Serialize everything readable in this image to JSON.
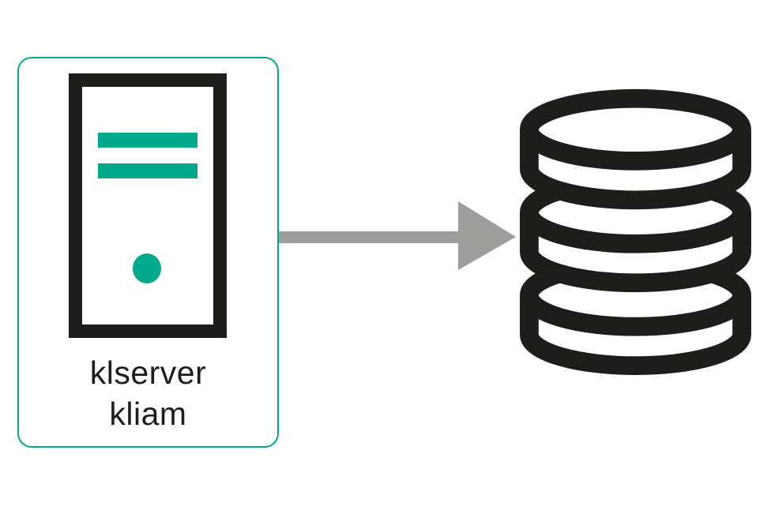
{
  "colors": {
    "teal": "#00A88C",
    "ink": "#1D1D1B",
    "arrow-gray": "#9D9D9C",
    "background": "#FFFFFF"
  },
  "diagram": {
    "server_node": {
      "icon": "server-tower-icon",
      "label_line1": "klserver",
      "label_line2": "kliam"
    },
    "connector": {
      "icon": "arrow-right-icon",
      "direction": "left-to-right",
      "from": "server-node",
      "to": "database-node"
    },
    "database_node": {
      "icon": "database-icon",
      "disk_count": 3
    }
  }
}
